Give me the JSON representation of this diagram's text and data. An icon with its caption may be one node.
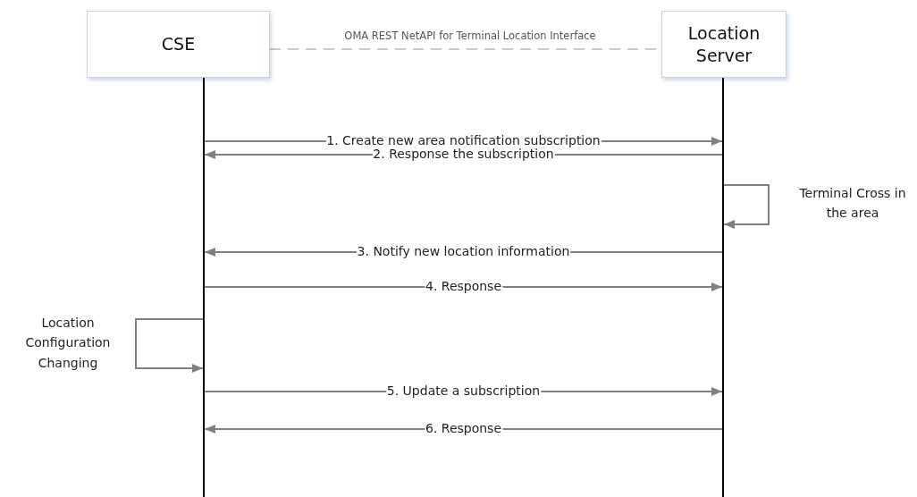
{
  "diagram": {
    "nodes": [
      {
        "text": [
          "CSE"
        ]
      },
      {
        "text": [
          "Location Server"
        ]
      },
      {
        "text": [],
        "shape": "bar"
      },
      {
        "text": [],
        "shape": "bar"
      }
    ],
    "edges": [
      {
        "from": 0,
        "to": 1,
        "arrow": "none",
        "label": "OMA REST NetAPI for Terminal Location Interface",
        "style": "dashed",
        "color": "#c8c8c8"
      },
      {
        "from": 2,
        "to": 3,
        "arrow": "to",
        "label": "1. Create new area notification subscription"
      },
      {
        "from": 3,
        "to": 2,
        "arrow": "to",
        "label": "2. Response the subscription"
      },
      {
        "from": 3,
        "to": 3,
        "arrow": "to",
        "label": "Terminal Cross in the area"
      },
      {
        "from": 3,
        "to": 2,
        "arrow": "to",
        "label": "3. Notify new location information"
      },
      {
        "from": 2,
        "to": 3,
        "arrow": "to",
        "label": "4. Response"
      },
      {
        "from": 2,
        "to": 2,
        "arrow": "to",
        "label": "Location Configuration Changing"
      },
      {
        "from": 2,
        "to": 3,
        "arrow": "to",
        "label": "5. Update a subscription"
      },
      {
        "from": 3,
        "to": 2,
        "arrow": "to",
        "label": "6. Response"
      }
    ]
  }
}
